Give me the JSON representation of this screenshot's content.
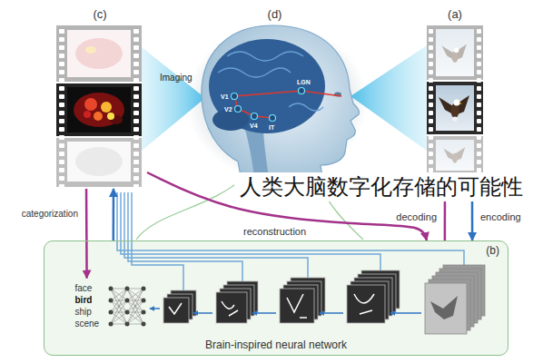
{
  "diagram": {
    "nodes": [
      {
        "text": [
          "(c)"
        ]
      },
      {
        "text": [
          "(d)"
        ]
      },
      {
        "text": [
          "(a)"
        ]
      },
      {
        "text": [
          "(b)",
          "Brain-inspired neural network"
        ]
      },
      {
        "text": [
          "face",
          "bird",
          "ship",
          "scene"
        ],
        "in": 3
      }
    ],
    "edges": [
      {
        "from": 2,
        "to": 3,
        "arrow": "to",
        "label": "encoding"
      },
      {
        "from": 3,
        "to": 2,
        "arrow": "to",
        "label": "decoding"
      },
      {
        "from": 0,
        "to": 4,
        "arrow": "to",
        "label": "categorization"
      },
      {
        "from": 0,
        "to": 3,
        "arrow": "to",
        "label": "reconstruction"
      },
      {
        "from": 3,
        "to": 0,
        "arrow": "to"
      }
    ],
    "labels": [
      "Imaging",
      "LGN",
      "V1",
      "V2",
      "V4",
      "IT",
      "人类大脑数字化存储的可能性"
    ]
  }
}
